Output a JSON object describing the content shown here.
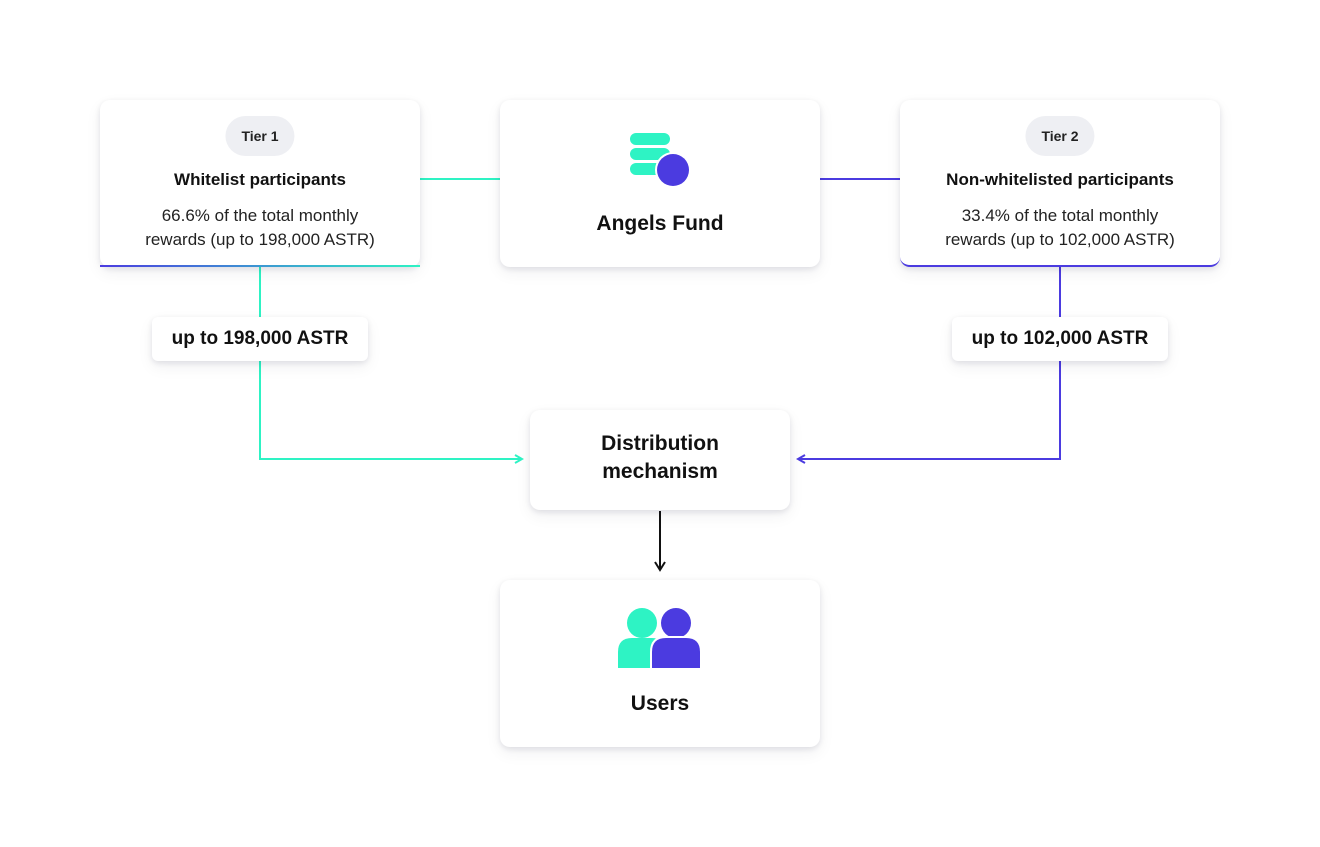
{
  "tier1": {
    "badge": "Tier 1",
    "title": "Whitelist participants",
    "desc_line1": "66.6% of the total monthly",
    "desc_line2": "rewards (up to 198,000 ASTR)"
  },
  "tier2": {
    "badge": "Tier 2",
    "title": "Non-whitelisted participants",
    "desc_line1": "33.4% of the total monthly",
    "desc_line2": "rewards (up to 102,000 ASTR)"
  },
  "fund": {
    "label": "Angels Fund",
    "icon": "coins-icon"
  },
  "flows": {
    "left_amount": "up to 198,000 ASTR",
    "right_amount": "up to 102,000 ASTR"
  },
  "distribution": {
    "line1": "Distribution",
    "line2": "mechanism"
  },
  "users": {
    "label": "Users",
    "icon": "users-icon"
  },
  "colors": {
    "teal": "#2ef3c4",
    "purple": "#4b3be0",
    "arrow": "#111111"
  }
}
